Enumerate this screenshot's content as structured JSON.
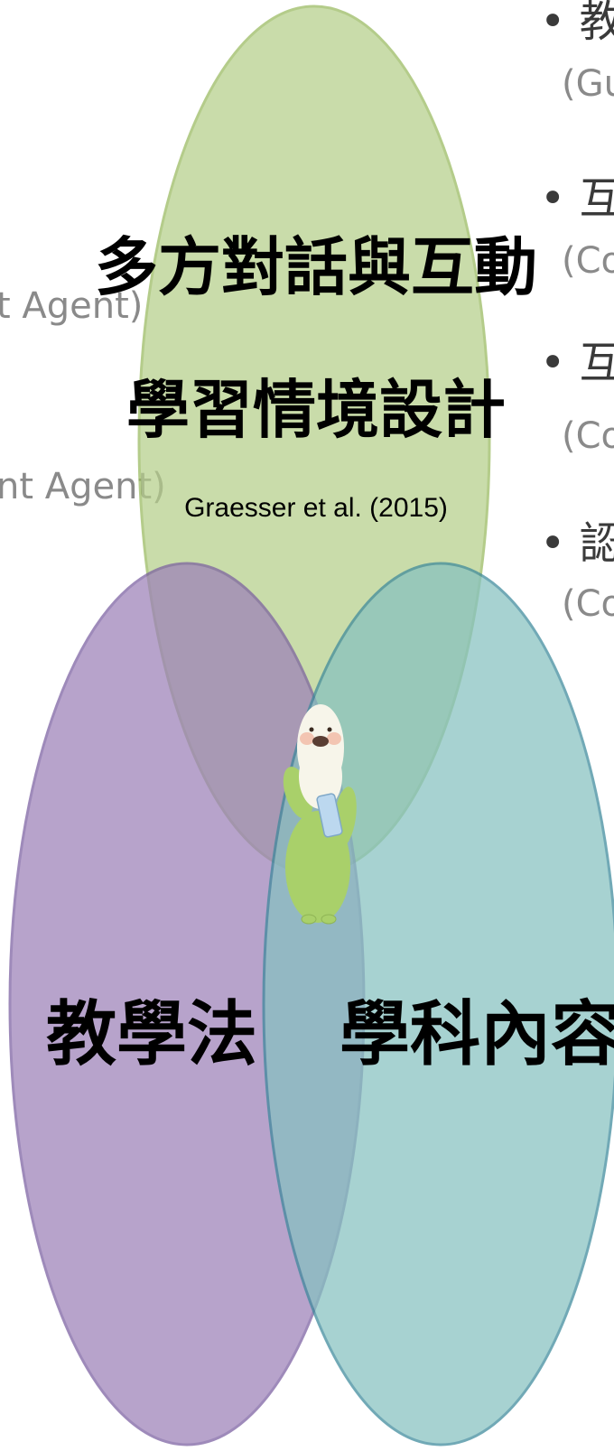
{
  "colors": {
    "green_fill": "#b5cf8a",
    "green_stroke": "#98b95e",
    "purple_fill": "#9c80b8",
    "purple_stroke": "#7a5ea0",
    "teal_fill": "#86c1c0",
    "teal_stroke": "#3b889b"
  },
  "diagram": {
    "top_circle": {
      "title_line1": "多方對話與互動",
      "title_line2": "學習情境設計",
      "citation": "Graesser et al. (2015)"
    },
    "left_circle": {
      "label": "教學法"
    },
    "right_circle": {
      "label": "學科內容"
    },
    "mascot": {
      "icon": "green-furry-mascot-holding-paper"
    }
  },
  "left_edge": {
    "line1": "t Agent)",
    "line2": "nt Agent)"
  },
  "right_list": {
    "items": [
      {
        "main": "教師",
        "sub": "(Guid"
      },
      {
        "main": "互相",
        "sub": "(Com"
      },
      {
        "main": "互相",
        "sub": "(Colla"
      },
      {
        "main": "認知",
        "sub": "(Cogn"
      }
    ]
  }
}
